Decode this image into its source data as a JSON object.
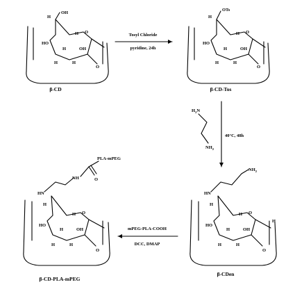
{
  "compounds": {
    "cd": {
      "name": "β-CD"
    },
    "cd_tos": {
      "name": "β-CD-Tos"
    },
    "cden": {
      "name": "β-CDen"
    },
    "cd_pla_mpeg": {
      "name": "β-CD-PLA-mPEG"
    }
  },
  "atoms": {
    "ring_o": "O",
    "h": "H",
    "ho": "HO",
    "oh": "OH",
    "ots": "OTs",
    "hn": "HN",
    "nh": "NH",
    "nh2": "NH",
    "nh2_sub": "2",
    "h2n": "H",
    "h2n_sub": "2",
    "h2n_n": "N",
    "o_carbonyl": "O",
    "pla_mpeg": "PLA-mPEG"
  },
  "steps": {
    "step1": {
      "reagent": "Tosyl Chloride",
      "conditions": "pyridine, 24h"
    },
    "step2": {
      "conditions": "40°C, 48h"
    },
    "step3": {
      "reagent": "mPEG-PLA-COOH",
      "conditions": "DCC, DMAP"
    }
  }
}
